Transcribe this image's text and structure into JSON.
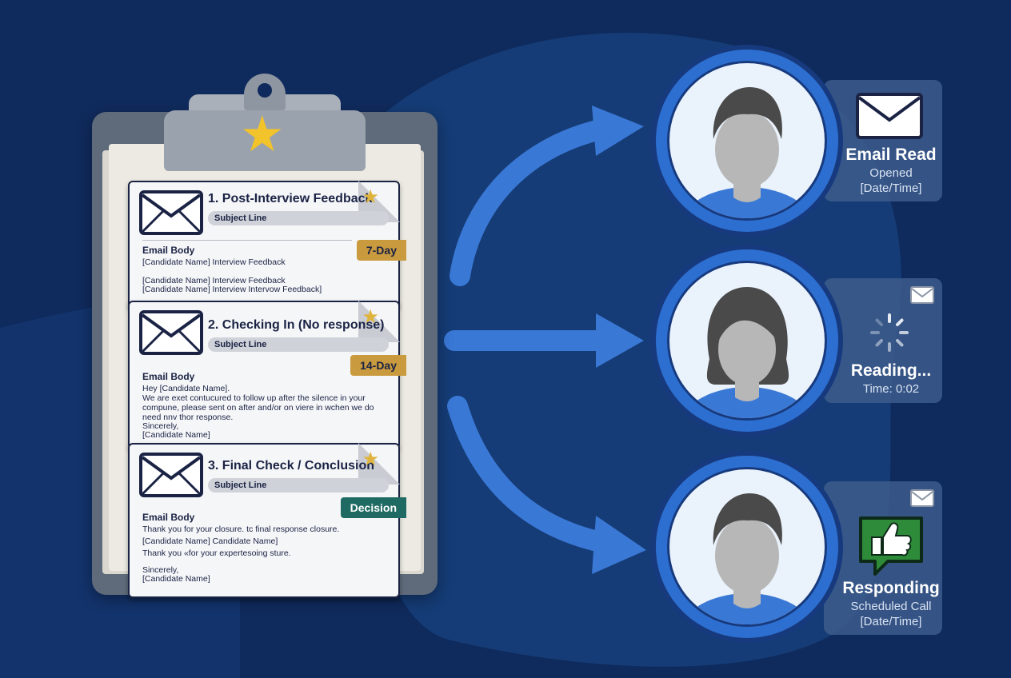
{
  "cards": [
    {
      "title": "1. Post-Interview Feedback",
      "subject": "Subject Line",
      "tag": "7-Day",
      "body_heading": "Email Body",
      "lines": [
        "[Candidate Name] Interview Feedback",
        "[Candidate Name] Interview Feedback",
        "[Candidate Name] Interview Intervow Feedback]"
      ]
    },
    {
      "title": "2. Checking In (No response)",
      "subject": "Subject Line",
      "tag": "14-Day",
      "body_heading": "Email Body",
      "lines": [
        "Hey [Candidate Name].",
        "We are exet contucured to follow up after the silence in your",
        "compune, please sent on after and/or on viere in wchen we do",
        "need nnv thor response.",
        "Sincerely,",
        "[Candidate Name]"
      ]
    },
    {
      "title": "3. Final Check / Conclusion",
      "subject": "Subject Line",
      "tag": "Decision",
      "body_heading": "Email Body",
      "lines": [
        "Thank you for your closure. tc final response closure.",
        "[Candidate Name] Candidate Name]",
        "Thank you «for your expertesoing sture.",
        "Sincerely,",
        "[Candidate Name]"
      ]
    }
  ],
  "statuses": [
    {
      "main": "Email Read",
      "sub": [
        "Opened",
        "[Date/Time]"
      ],
      "icon": "envelope-icon"
    },
    {
      "main": "Reading...",
      "sub": [
        "Time: 0:02"
      ],
      "icon": "spinner-icon"
    },
    {
      "main": "Responding",
      "sub": [
        "Scheduled Call",
        "[Date/Time]"
      ],
      "icon": "thumbs-up-icon"
    }
  ],
  "colors": {
    "background": "#0f2a5c",
    "arrow": "#3a78d6",
    "tag_gold": "#c99a3e",
    "tag_teal": "#1f6b63",
    "star": "#f2c32a"
  }
}
